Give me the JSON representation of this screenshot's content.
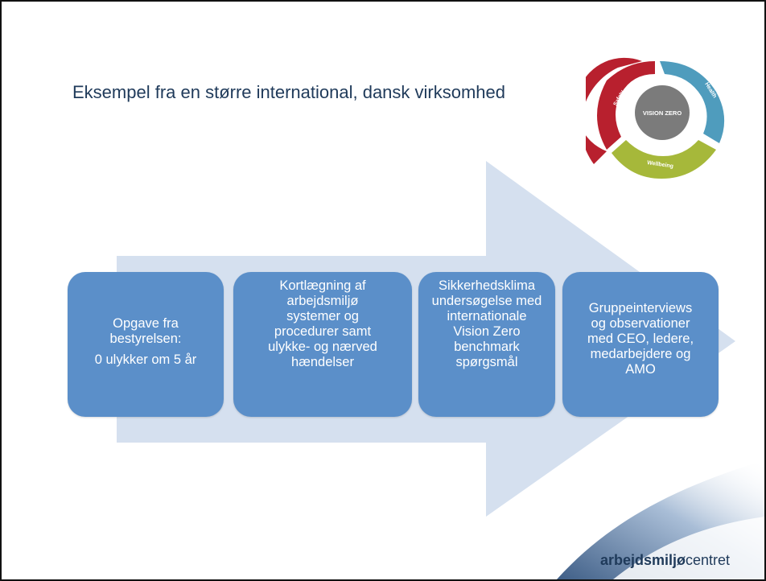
{
  "slide": {
    "title": "Eksempel fra en større international, dansk virksomhed"
  },
  "steps": [
    {
      "lines": [
        "Opgave fra",
        "bestyrelsen:",
        "0 ulykker om  5 år"
      ]
    },
    {
      "lines": [
        "Kortlægning af",
        "arbejdsmiljø",
        "systemer og",
        "procedurer samt",
        "ulykke- og nærved",
        "hændelser"
      ]
    },
    {
      "lines": [
        "Sikkerhedsklima",
        "undersøgelse med",
        "internationale",
        "Vision Zero",
        "benchmark",
        "spørgsmål"
      ]
    },
    {
      "lines": [
        "Gruppeinterviews",
        "og observationer",
        "med CEO, ledere,",
        "medarbejdere og",
        "AMO"
      ]
    }
  ],
  "logo": {
    "center_label": "VISION ZERO",
    "segments": [
      {
        "label": "Safety",
        "color": "#b8202e"
      },
      {
        "label": "Health",
        "color": "#4f9cbd"
      },
      {
        "label": "Wellbeing",
        "color": "#a6b83a"
      }
    ],
    "center_color": "#7b7b7b"
  },
  "brand": {
    "bold": "arbejdsmiljø",
    "normal": "centret"
  },
  "colors": {
    "box": "#5b8fc9",
    "arrow": "#d5e0ef",
    "title": "#1f3a5a"
  }
}
